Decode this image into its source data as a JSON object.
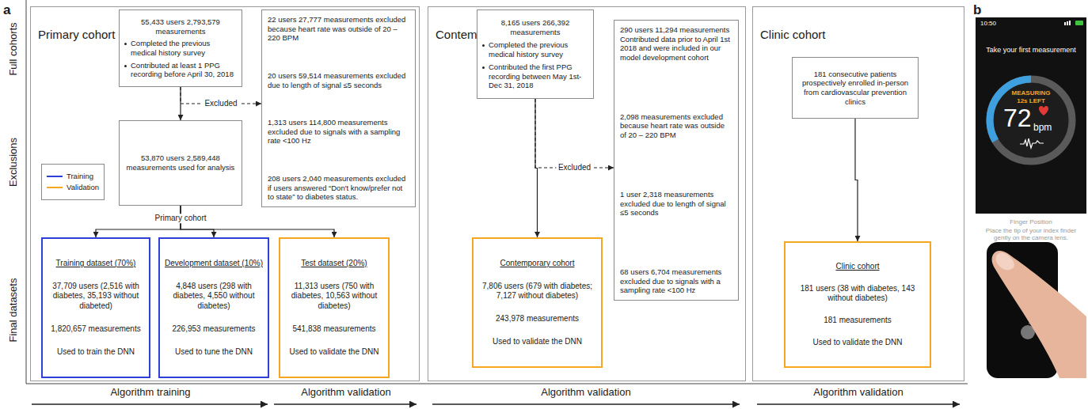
{
  "diagram": {
    "nodes": [
      {
        "text": [
          "Primary cohort"
        ]
      },
      {
        "text": [
          "55,433 users 2,793,579 measurements",
          "Completed the previous medical history survey",
          "Contributed at least 1 PPG recording before April 30, 2018"
        ],
        "in": 0
      },
      {
        "text": [
          "22 users 27,777 measurements excluded because heart rate was outside of 20 – 220 BPM",
          "20 users 59,514 measurements excluded due to length of signal ≤5 seconds",
          "1,313 users 114,800 measurements excluded due to signals with a sampling rate <100 Hz",
          "208 users 2,040 measurements excluded if users answered “Don't know/prefer not to state” to diabetes status."
        ],
        "in": 0
      },
      {
        "text": [
          "53,870 users 2,589,448 measurements used for analysis"
        ],
        "in": 0
      },
      {
        "text": [
          "Training dataset (70%)",
          "37,709 users (2,516 with diabetes, 35,193 without diabeted)",
          "1,820,657 measurements",
          "Used to train the DNN"
        ],
        "in": 0
      },
      {
        "text": [
          "Development dataset (10%)",
          "4,848 users (298 with diabetes, 4,550 without diabetes)",
          "226,953 measurements",
          "Used to tune the DNN"
        ],
        "in": 0
      },
      {
        "text": [
          "Test dataset (20%)",
          "11,313 users (750 with diabetes, 10,563 without diabetes)",
          "541,838 measurements",
          "Used to validate the DNN"
        ],
        "in": 0
      },
      {
        "text": [
          "Contemporary cohort"
        ]
      },
      {
        "text": [
          "8,165 users 266,392 measurements",
          "Completed the previous medical history survey",
          "Contributed the first PPG recording between May 1st-Dec 31, 2018"
        ],
        "in": 7
      },
      {
        "text": [
          "290 users 11,294 measurements Contributed data prior to April 1st 2018 and were included in our model development cohort",
          "2,098 measurements excluded because heart rate was outside of 20 – 220 BPM",
          "1 user 2,318 measurements excluded due to length of signal ≤5 seconds",
          "68 users 6,704 measurements excluded due to signals with a sampling rate <100 Hz"
        ],
        "in": 7
      },
      {
        "text": [
          "Contemporary cohort",
          "7,806 users (679 with diabetes; 7,127 without diabetes)",
          "243,978 measurements",
          "Used to validate the DNN"
        ],
        "in": 7
      },
      {
        "text": [
          "Clinic cohort"
        ]
      },
      {
        "text": [
          "181 consecutive patients prospectively enrolled in-person from cardiovascular prevention clinics"
        ],
        "in": 11
      },
      {
        "text": [
          "Clinic cohort",
          "181 users (38 with diabetes, 143 without diabetes)",
          "181 measurements",
          "Used to validate the DNN"
        ],
        "in": 11
      }
    ],
    "edges": [
      {
        "from": 1,
        "to": 3,
        "arrow": "to"
      },
      {
        "from": 1,
        "to": 2,
        "label": "Excluded",
        "arrow": "to"
      },
      {
        "from": 3,
        "to": 4,
        "arrow": "to"
      },
      {
        "from": 3,
        "to": 5,
        "arrow": "to"
      },
      {
        "from": 3,
        "to": 6,
        "arrow": "to"
      },
      {
        "from": 8,
        "to": 10,
        "arrow": "to"
      },
      {
        "from": 8,
        "to": 9,
        "label": "Excluded",
        "arrow": "to"
      },
      {
        "from": 12,
        "to": 13,
        "arrow": "to"
      }
    ],
    "labels": [
      "a",
      "b",
      "Full cohorts",
      "Exclusions",
      "Final datasets",
      "Primary cohort",
      "Algorithm training",
      "Algorithm validation",
      "Algorithm validation",
      "Algorithm validation",
      "10:50",
      "Take your first measurement",
      "MEASURING",
      "12s LEFT",
      "72",
      "bpm",
      "Finger Position",
      "Place the tip of your index finder gently on the camera lens."
    ],
    "legend": [
      {
        "text": "Training"
      },
      {
        "text": "Validation"
      }
    ]
  }
}
